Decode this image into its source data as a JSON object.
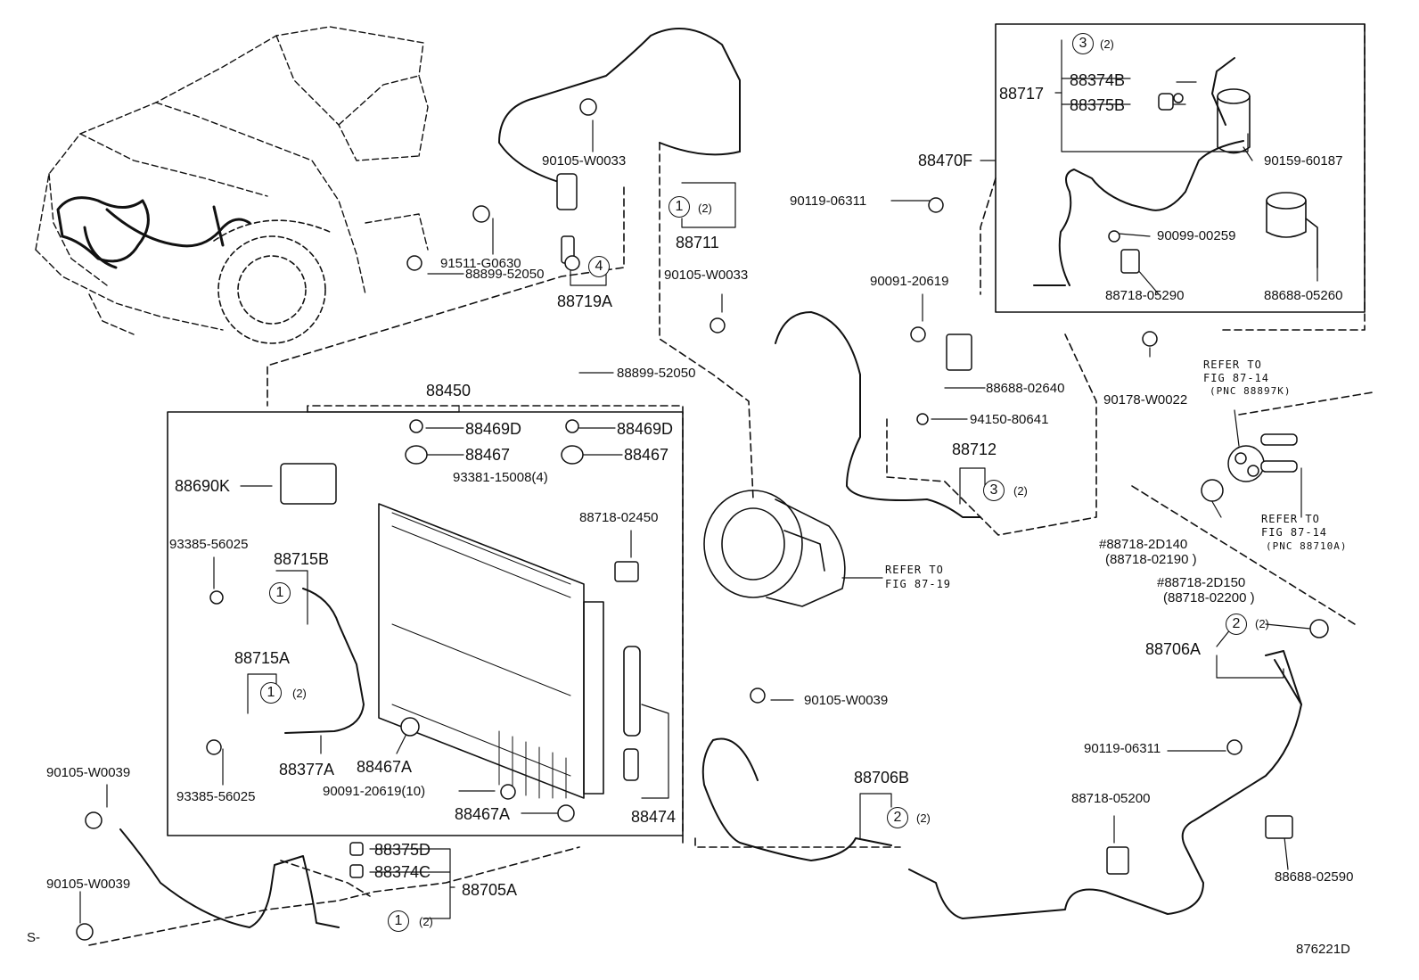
{
  "diagram": {
    "corner_mark": "S-",
    "figure_id": "876221D",
    "labels": {
      "p88717": "88717",
      "p88374B": "88374B",
      "p88375B": "88375B",
      "p88470F": "88470F",
      "p90159_60187": "90159-60187",
      "p90119_06311_a": "90119-06311",
      "p90099_00259": "90099-00259",
      "p88718_05290": "88718-05290",
      "p88688_05260": "88688-05260",
      "p90105_W0033_a": "90105-W0033",
      "p91511_G0630": "91511-G0630",
      "p88719A": "88719A",
      "p88711": "88711",
      "p90105_W0033_b": "90105-W0033",
      "p90091_20619": "90091-20619",
      "p88688_02640": "88688-02640",
      "p94150_80641": "94150-80641",
      "p88712": "88712",
      "p90178_W0022": "90178-W0022",
      "p88899_52050_a": "88899-52050",
      "p88899_52050_b": "88899-52050",
      "p88450": "88450",
      "p88469D_a": "88469D",
      "p88469D_b": "88469D",
      "p88467_a": "88467",
      "p88467_b": "88467",
      "p88690K": "88690K",
      "p93381_15008": "93381-15008(4)",
      "p88718_02450": "88718-02450",
      "p93385_56025_a": "93385-56025",
      "p88715B": "88715B",
      "p88715A": "88715A",
      "p88377A": "88377A",
      "p88467A_a": "88467A",
      "p93385_56025_b": "93385-56025",
      "p90091_20619_10": "90091-20619(10)",
      "p88467A_b": "88467A",
      "p88474": "88474",
      "p90105_W0039_a": "90105-W0039",
      "p90105_W0039_b": "90105-W0039",
      "p90105_W0039_c": "90105-W0039",
      "p88375D": "88375D",
      "p88374C": "88374C",
      "p88705A": "88705A",
      "p88706B": "88706B",
      "p88706A": "88706A",
      "p90119_06311_b": "90119-06311",
      "p88718_05200": "88718-05200",
      "p88688_02590": "88688-02590",
      "p88718_2D140": "#88718-2D140",
      "p88718_02190": "(88718-02190 )",
      "p88718_2D150": "#88718-2D150",
      "p88718_02200": "(88718-02200 )"
    },
    "refers": {
      "r1_line1": "REFER TO",
      "r1_line2": "FIG 87-14",
      "r1_line3": "(PNC 88897K)",
      "r2_line1": "REFER TO",
      "r2_line2": "FIG 87-14",
      "r2_line3": "(PNC 88710A)",
      "r3_line1": "REFER TO",
      "r3_line2": "FIG 87-19"
    },
    "callouts": {
      "c3_top": "3",
      "c1_88711": "1",
      "c4_88719A": "4",
      "c3_88712": "3",
      "c2_88706A": "2",
      "c1_88715B": "1",
      "c1_88715A": "1",
      "c2_88706B": "2",
      "c1_88705A": "1"
    },
    "quantities": {
      "q_top": "(2)",
      "q_88711": "(2)",
      "q_88712": "(2)",
      "q_88706A": "(2)",
      "q_88715A": "(2)",
      "q_88706B": "(2)",
      "q_88705A": "(2)"
    }
  }
}
